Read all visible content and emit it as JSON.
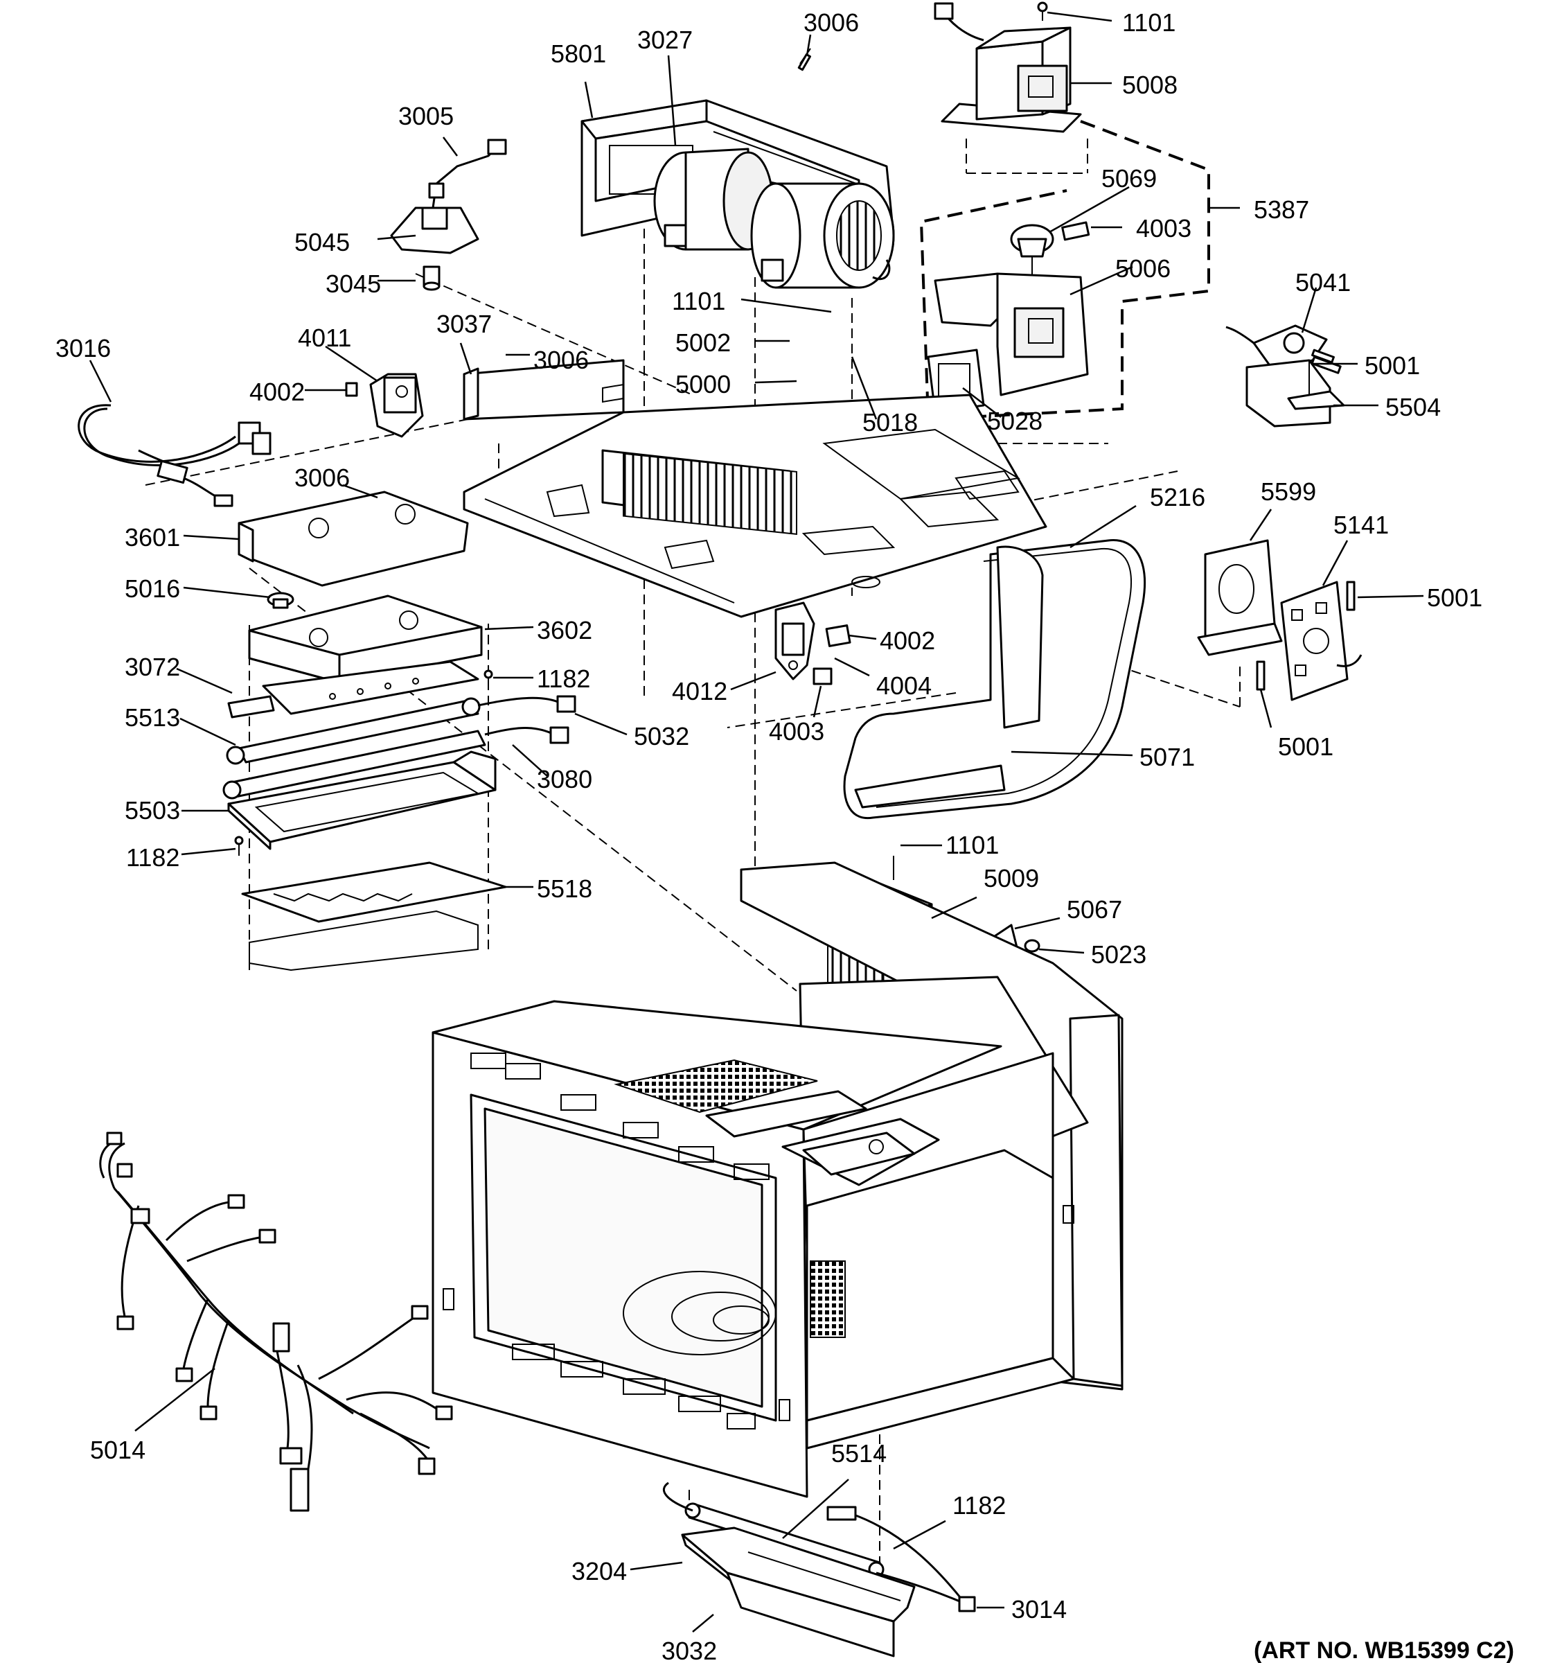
{
  "art_number": "(ART NO. WB15399 C2)",
  "callouts": {
    "c1101a": "1101",
    "c5008": "5008",
    "c3006a": "3006",
    "c5801": "5801",
    "c3027": "3027",
    "c3005": "3005",
    "c5045": "5045",
    "c3045": "3045",
    "c5387": "5387",
    "c5069": "5069",
    "c4003a": "4003",
    "c5006": "5006",
    "c1101b": "1101",
    "c5002": "5002",
    "c5000": "5000",
    "c5018": "5018",
    "c5028": "5028",
    "c5041": "5041",
    "c5001a": "5001",
    "c5504": "5504",
    "c3016": "3016",
    "c4011": "4011",
    "c3037": "3037",
    "c3006b": "3006",
    "c4002a": "4002",
    "c3006c": "3006",
    "c3601": "3601",
    "c5016": "5016",
    "c3602": "3602",
    "c3072": "3072",
    "c1182a": "1182",
    "c5513": "5513",
    "c5032": "5032",
    "c3080": "3080",
    "c5503": "5503",
    "c1182b": "1182",
    "c5518": "5518",
    "c4012": "4012",
    "c4002b": "4002",
    "c4004": "4004",
    "c4003b": "4003",
    "c5216": "5216",
    "c5599": "5599",
    "c5141": "5141",
    "c5001b": "5001",
    "c5001c": "5001",
    "c5071": "5071",
    "c1101c": "1101",
    "c5009": "5009",
    "c5067": "5067",
    "c5023": "5023",
    "c5014": "5014",
    "c5514": "5514",
    "c1182c": "1182",
    "c3204": "3204",
    "c3014": "3014",
    "c3032": "3032"
  }
}
